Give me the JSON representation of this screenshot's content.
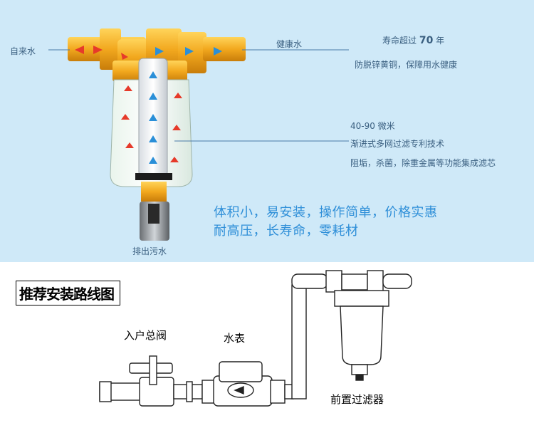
{
  "product": {
    "label_inlet": "自来水",
    "label_outlet": "健康水",
    "label_drain": "排出污水",
    "feature_block1": {
      "line1": "寿命超过",
      "line1_num": "70",
      "line1_unit": "年",
      "line2": "防脱锌黄铜，保障用水健康"
    },
    "feature_block2": {
      "line1": "40-90 微米",
      "line2": "渐进式多网过滤专利技术",
      "line3": "阻垢，杀菌，除重金属等功能集成滤芯"
    },
    "slogan_line1": "体积小，易安装，操作简单，价格实惠",
    "slogan_line2": "耐高压，长寿命，零耗材"
  },
  "install": {
    "title": "推荐安装路线图",
    "label_main_valve": "入户总阀",
    "label_meter": "水表",
    "label_prefilter": "前置过滤器"
  },
  "colors": {
    "sky": "#cfe9f8",
    "brass": "#f2a81e",
    "brass_dark": "#c87d0a",
    "flow_arrow_red": "#e63a2a",
    "flow_arrow_blue": "#2a8fd8",
    "slogan": "#2f8fd8"
  }
}
